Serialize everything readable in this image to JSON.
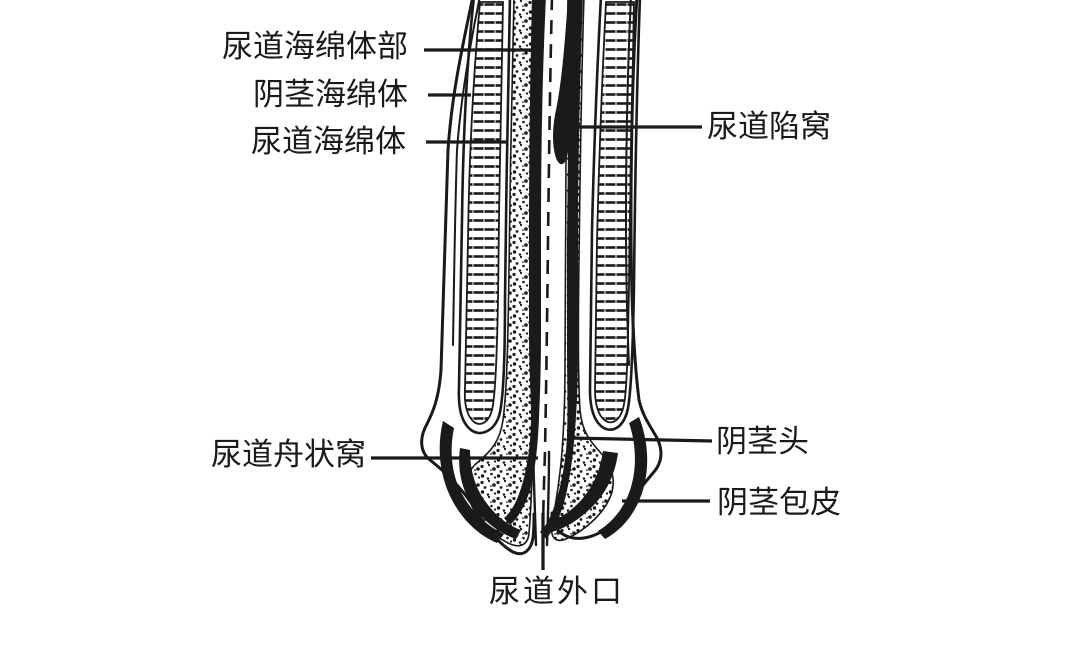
{
  "figure": {
    "type": "anatomical-diagram",
    "subject": "male urethra longitudinal section",
    "colors": {
      "ink": "#1a1a1a",
      "background": "#ffffff"
    },
    "labels": {
      "spongy_urethra_part": "尿道海绵体部",
      "corpus_cavernosum": "阴茎海绵体",
      "corpus_spongiosum": "尿道海绵体",
      "urethral_lacuna": "尿道陷窝",
      "navicular_fossa": "尿道舟状窝",
      "glans_penis": "阴茎头",
      "prepuce": "阴茎包皮",
      "external_urethral_orifice": "尿道外口"
    }
  }
}
